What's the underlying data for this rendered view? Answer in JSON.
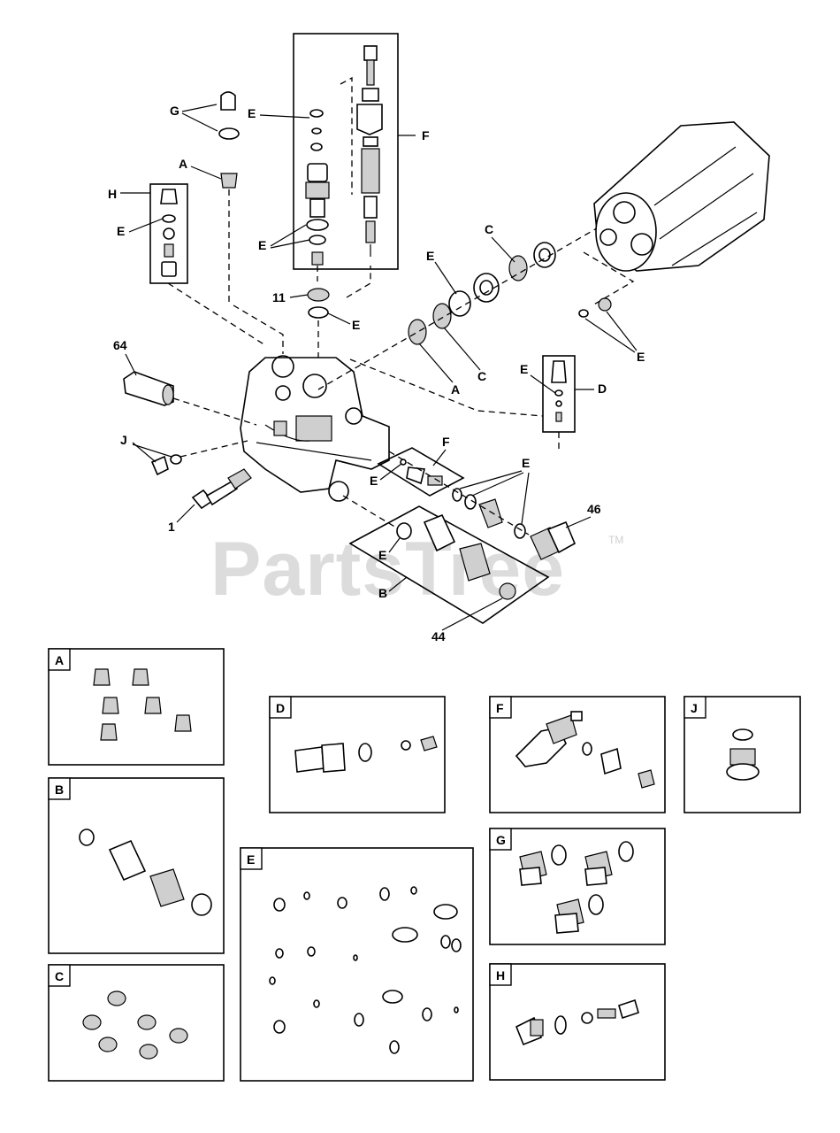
{
  "watermark": {
    "brand": "PartsTree",
    "trademark": "TM"
  },
  "callouts": {
    "g": "G",
    "e_top": "E",
    "a_top": "A",
    "h": "H",
    "e_h": "E",
    "f_top": "F",
    "e_mid": "E",
    "n11": "11",
    "e_11": "E",
    "n64": "64",
    "j": "J",
    "n1": "1",
    "e_seal": "E",
    "c_top": "C",
    "a_mid": "A",
    "c_mid": "C",
    "e_right": "E",
    "e_d": "E",
    "d": "D",
    "f_small": "F",
    "e_fsmall": "E",
    "e_group": "E",
    "n46": "46",
    "e_b": "E",
    "b": "B",
    "n44": "44"
  },
  "panels": {
    "a": "A",
    "b": "B",
    "c": "C",
    "d": "D",
    "e": "E",
    "f": "F",
    "g": "G",
    "h": "H",
    "j": "J"
  }
}
